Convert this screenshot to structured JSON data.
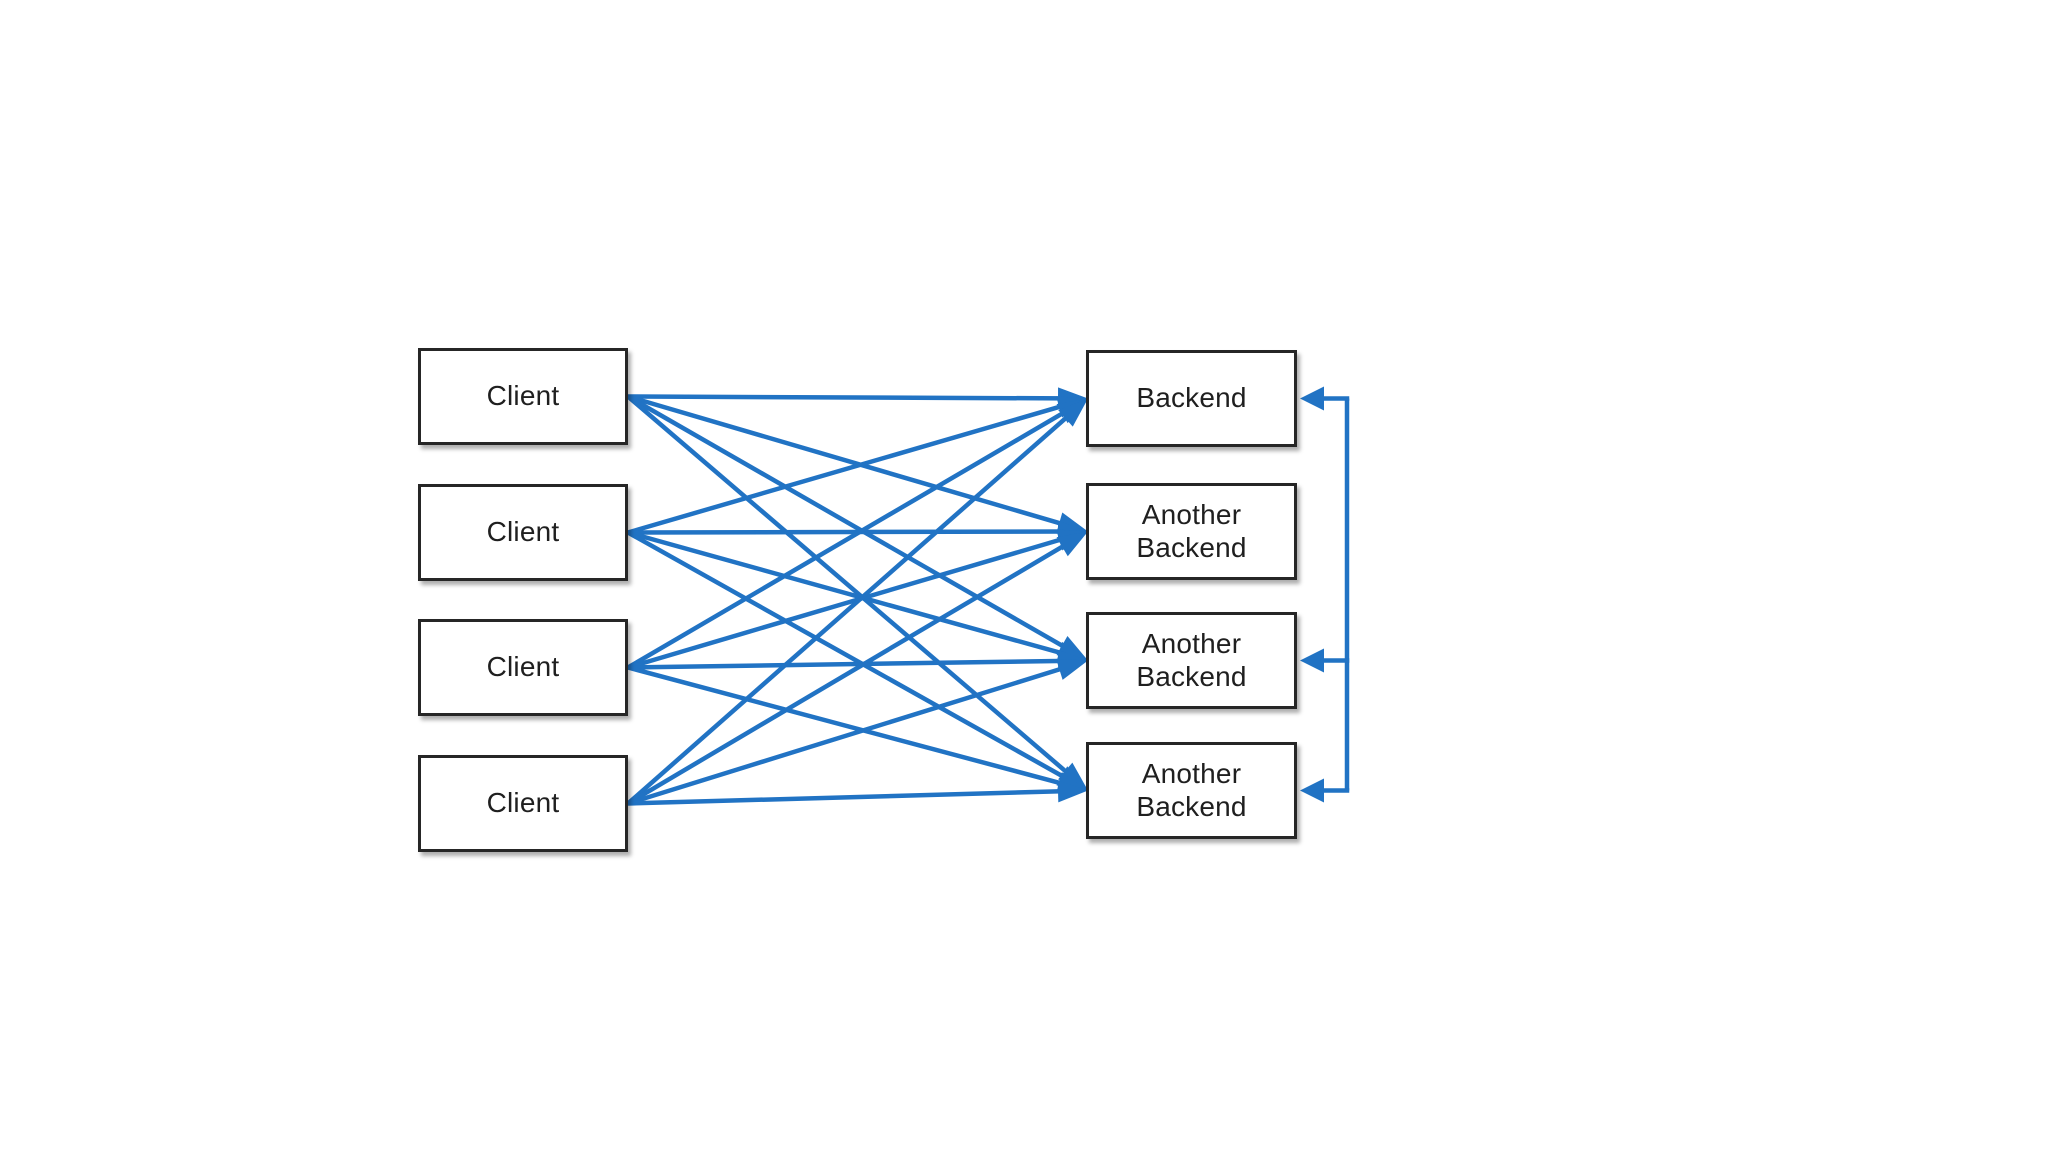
{
  "diagram": {
    "description": "Clients connected to multiple backends in a full mesh; backends linked by a side connector",
    "colors": {
      "arrow": "#2173c4",
      "box_border": "#262626",
      "box_fill": "#ffffff",
      "text": "#1f1f1f",
      "background": "#ffffff"
    },
    "clients": [
      {
        "label": "Client"
      },
      {
        "label": "Client"
      },
      {
        "label": "Client"
      },
      {
        "label": "Client"
      }
    ],
    "backends": [
      {
        "label": "Backend"
      },
      {
        "label": "Another\nBackend"
      },
      {
        "label": "Another\nBackend"
      },
      {
        "label": "Another\nBackend"
      }
    ],
    "connections": {
      "client_to_backend_pairs": [
        [
          0,
          0
        ],
        [
          0,
          1
        ],
        [
          0,
          2
        ],
        [
          0,
          3
        ],
        [
          1,
          0
        ],
        [
          1,
          1
        ],
        [
          1,
          2
        ],
        [
          1,
          3
        ],
        [
          2,
          0
        ],
        [
          2,
          1
        ],
        [
          2,
          2
        ],
        [
          2,
          3
        ],
        [
          3,
          0
        ],
        [
          3,
          1
        ],
        [
          3,
          2
        ],
        [
          3,
          3
        ]
      ],
      "backend_bus_targets": [
        0,
        2,
        3
      ]
    }
  }
}
